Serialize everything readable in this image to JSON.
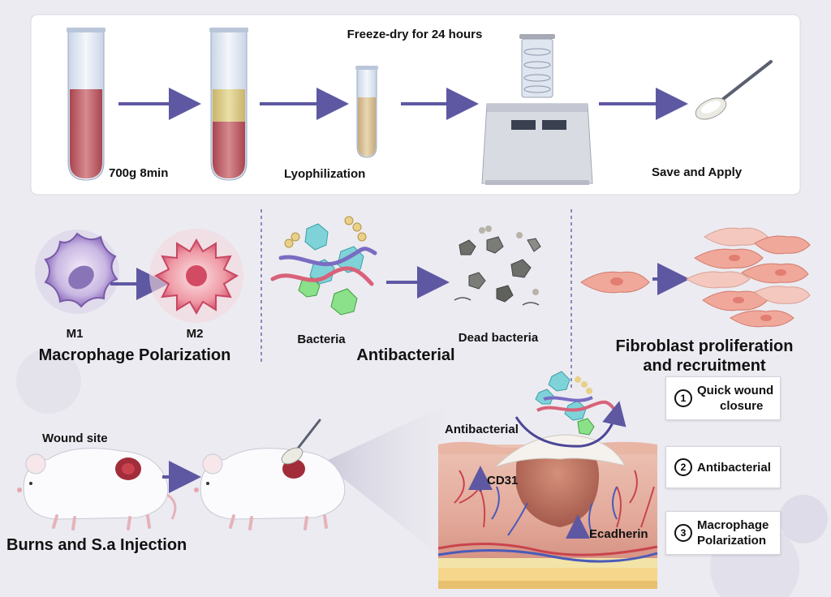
{
  "top_panel": {
    "freeze_label": "Freeze-dry for 24 hours",
    "centrifuge_label": "700g  8min",
    "lyophilization_label": "Lyophilization",
    "save_label": "Save and Apply"
  },
  "middle": {
    "m1_label": "M1",
    "m2_label": "M2",
    "macrophage_title": "Macrophage Polarization",
    "bacteria_label": "Bacteria",
    "dead_bacteria_label": "Dead bacteria",
    "antibacterial_title": "Antibacterial",
    "fibroblast_title_line1": "Fibroblast proliferation",
    "fibroblast_title_line2": "and recruitment"
  },
  "bottom": {
    "wound_site_label": "Wound site",
    "burns_title": "Burns and S.a Injection",
    "skin_antibacterial_label": "Antibacterial",
    "cd31_label": "CD31",
    "ecadherin_label": "Ecadherin"
  },
  "outcomes": [
    {
      "number": "1",
      "line1": "Quick wound",
      "line2": "closure"
    },
    {
      "number": "2",
      "line1": "Antibacterial",
      "line2": ""
    },
    {
      "number": "3",
      "line1": "Macrophage",
      "line2": "Polarization"
    }
  ],
  "colors": {
    "arrow": "#5e58a3",
    "panel_bg": "#ffffff",
    "blood": "#b3505a",
    "cell_pink": "#f0a89a"
  }
}
